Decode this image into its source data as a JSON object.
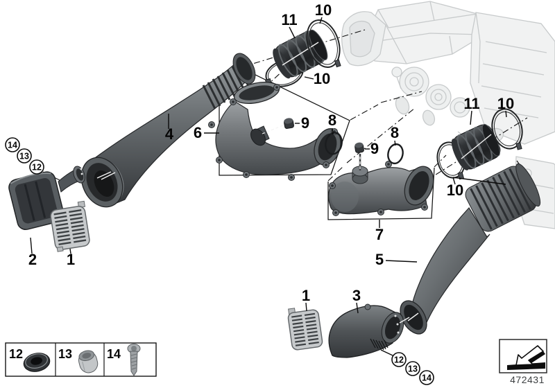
{
  "diagram": {
    "callouts": {
      "n1": "1",
      "n2": "2",
      "n3": "3",
      "n4": "4",
      "n5": "5",
      "n6": "6",
      "n7": "7",
      "n8": "8",
      "n9": "9",
      "n10": "10",
      "n11": "11",
      "n12": "12",
      "n13": "13",
      "n14": "14"
    },
    "colors": {
      "duct_dark": "#46494c",
      "bellows_dark": "#232527",
      "faded_line": "#c7cacb",
      "label": "#060606"
    }
  },
  "legend": {
    "items": [
      {
        "number": "12",
        "icon": "rubber-grommet"
      },
      {
        "number": "13",
        "icon": "spacer-sleeve"
      },
      {
        "number": "14",
        "icon": "mounting-screw"
      }
    ]
  },
  "footer": {
    "document_number": "472431",
    "arrow_icon": "direction-of-travel-arrow"
  }
}
